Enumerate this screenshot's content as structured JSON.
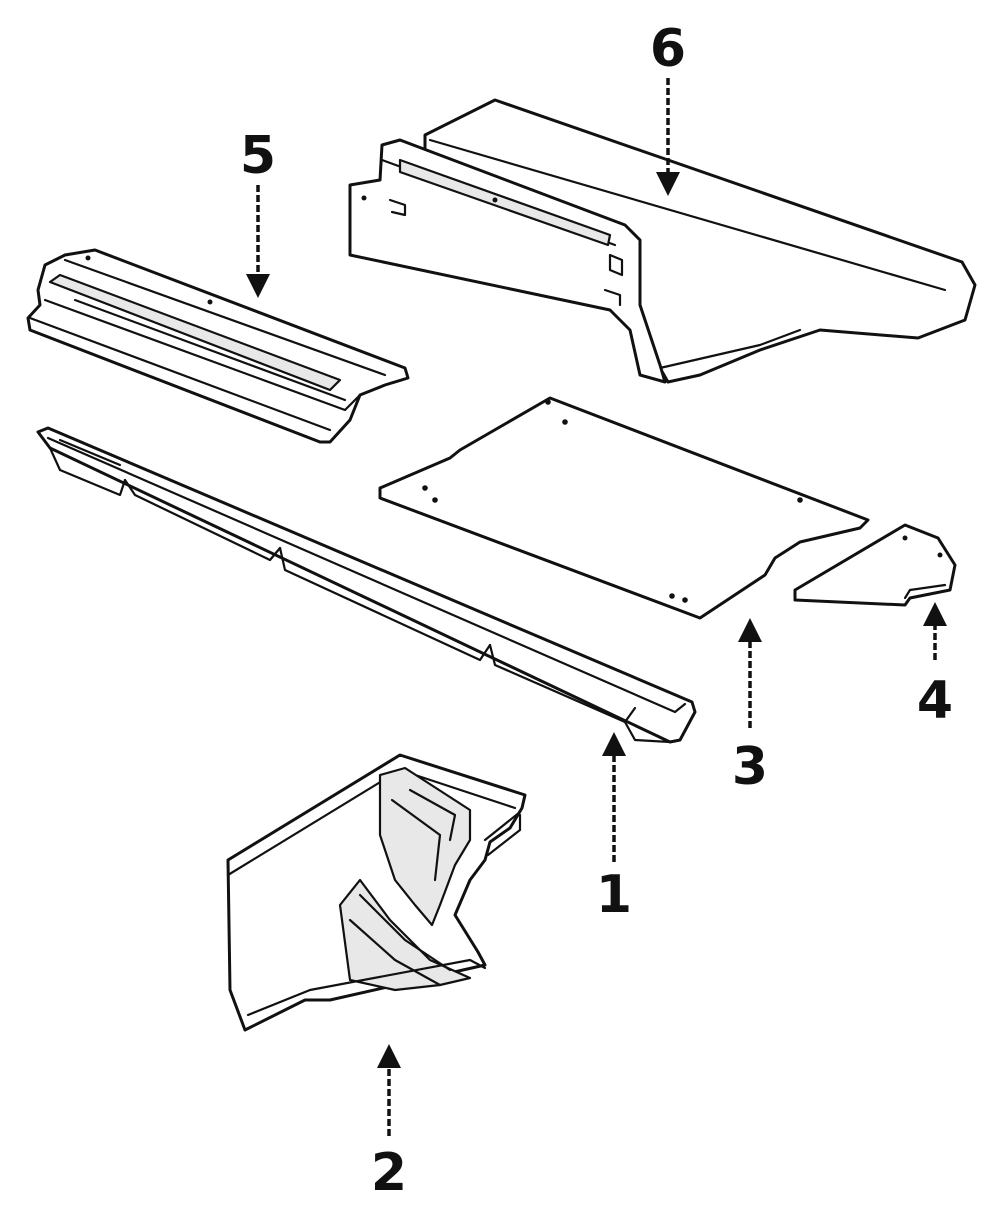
{
  "parts": [
    {
      "id": "part-1",
      "callout": "1"
    },
    {
      "id": "part-2",
      "callout": "2"
    },
    {
      "id": "part-3",
      "callout": "3"
    },
    {
      "id": "part-4",
      "callout": "4"
    },
    {
      "id": "part-5",
      "callout": "5"
    },
    {
      "id": "part-6",
      "callout": "6"
    }
  ],
  "colors": {
    "line": "#111111",
    "background": "#ffffff"
  }
}
